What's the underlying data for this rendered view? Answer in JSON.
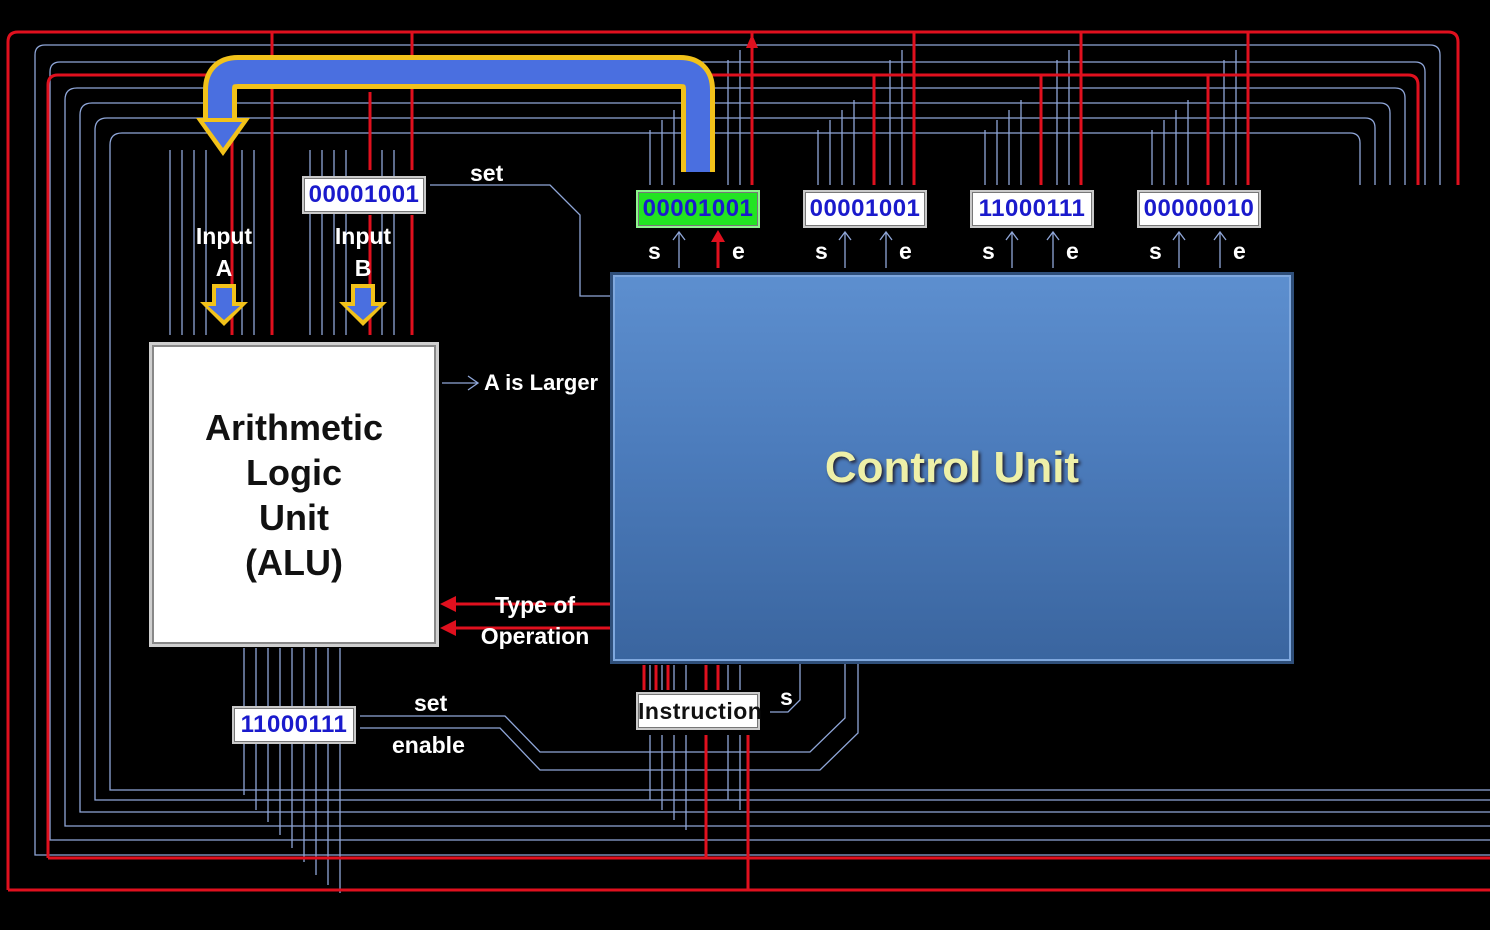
{
  "alu": {
    "title_lines": [
      "Arithmetic",
      "Logic",
      "Unit",
      "(ALU)"
    ]
  },
  "control_unit": {
    "title": "Control Unit"
  },
  "input_a": {
    "line1": "Input",
    "line2": "A"
  },
  "input_b": {
    "line1": "Input",
    "line2": "B"
  },
  "input_b_register": {
    "value": "00001001"
  },
  "input_b_register_set_label": "set",
  "alu_output_register": {
    "value": "11000111"
  },
  "alu_output_set_label": "set",
  "alu_output_enable_label": "enable",
  "a_is_larger_label": "A is Larger",
  "type_of_operation": {
    "line1": "Type of",
    "line2": "Operation"
  },
  "instruction_register": {
    "label": "Instruction",
    "set_label": "s"
  },
  "registers": [
    {
      "value": "00001001",
      "active": true,
      "set_label": "s",
      "enable_label": "e"
    },
    {
      "value": "00001001",
      "active": false,
      "set_label": "s",
      "enable_label": "e"
    },
    {
      "value": "11000111",
      "active": false,
      "set_label": "s",
      "enable_label": "e"
    },
    {
      "value": "00000010",
      "active": false,
      "set_label": "s",
      "enable_label": "e"
    }
  ],
  "colors": {
    "background": "#000000",
    "bus_wire": "#8fa6d8",
    "control_wire": "#e0101e",
    "data_flow_arrow": "#4a6fe0",
    "data_flow_outline": "#f2c21a",
    "active_register": "#22e422",
    "control_unit_fill": "#4c7cbc",
    "control_unit_text": "#eef0a8",
    "register_text": "#1a1acc"
  }
}
